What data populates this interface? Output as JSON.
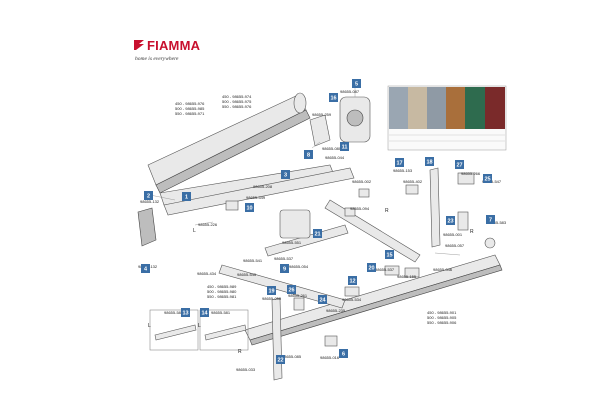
{
  "brand": {
    "name": "FIAMMA",
    "tagline": "home is everywhere",
    "color": "#c8102e"
  },
  "badge_color": "#3a6ea5",
  "callouts": [
    {
      "n": "1"
    },
    {
      "n": "2"
    },
    {
      "n": "3"
    },
    {
      "n": "4"
    },
    {
      "n": "5"
    },
    {
      "n": "6"
    },
    {
      "n": "7"
    },
    {
      "n": "8"
    },
    {
      "n": "9"
    },
    {
      "n": "10"
    },
    {
      "n": "11"
    },
    {
      "n": "12"
    },
    {
      "n": "13"
    },
    {
      "n": "14"
    },
    {
      "n": "15"
    },
    {
      "n": "16"
    },
    {
      "n": "17"
    },
    {
      "n": "18"
    },
    {
      "n": "19"
    },
    {
      "n": "20"
    },
    {
      "n": "21"
    },
    {
      "n": "22"
    },
    {
      "n": "23"
    },
    {
      "n": "24"
    },
    {
      "n": "25"
    },
    {
      "n": "26"
    },
    {
      "n": "27"
    }
  ],
  "part_codes": [
    "98655-132",
    "98655-226",
    "98655-208",
    "98655-549",
    "98655-434",
    "98655-545",
    "98655-551",
    "98655-541",
    "98655-044",
    "98655-002",
    "98655-087",
    "98655-132",
    "98655-153",
    "98655-094",
    "98655-402",
    "98655-266",
    "98655-547",
    "98655-583",
    "98655-057",
    "98655-050",
    "98655-261",
    "98655-235",
    "98655-537",
    "98655-534",
    "98655-046",
    "98655-016",
    "98655-585",
    "98655-581",
    "98655-537",
    "98655-001",
    "98655-033",
    "98655-054",
    "98655-259",
    "98655-155",
    "98655-080",
    "98655-085"
  ],
  "code_groups": [
    {
      "lines": [
        "450 - 98655-976",
        "500 - 98655-985",
        "550 - 98655-971"
      ]
    },
    {
      "lines": [
        "450 - 98655-974",
        "500 - 98655-975",
        "550 - 98655-976"
      ]
    },
    {
      "lines": [
        "450 - 98655-989",
        "500 - 98655-980",
        "550 - 98655-981"
      ]
    },
    {
      "lines": [
        "450 - 98655-901",
        "500 - 98655-905",
        "550 - 98655-906"
      ]
    }
  ],
  "markers": [
    "L",
    "R",
    "L",
    "R",
    "L",
    "R"
  ],
  "fabric_swatches": [
    {
      "color": "#9aa6b2"
    },
    {
      "color": "#c7b9a2"
    },
    {
      "color": "#8f9aa5"
    },
    {
      "color": "#a96f3b"
    },
    {
      "color": "#2e6b4e"
    },
    {
      "color": "#7a2a2a"
    }
  ]
}
